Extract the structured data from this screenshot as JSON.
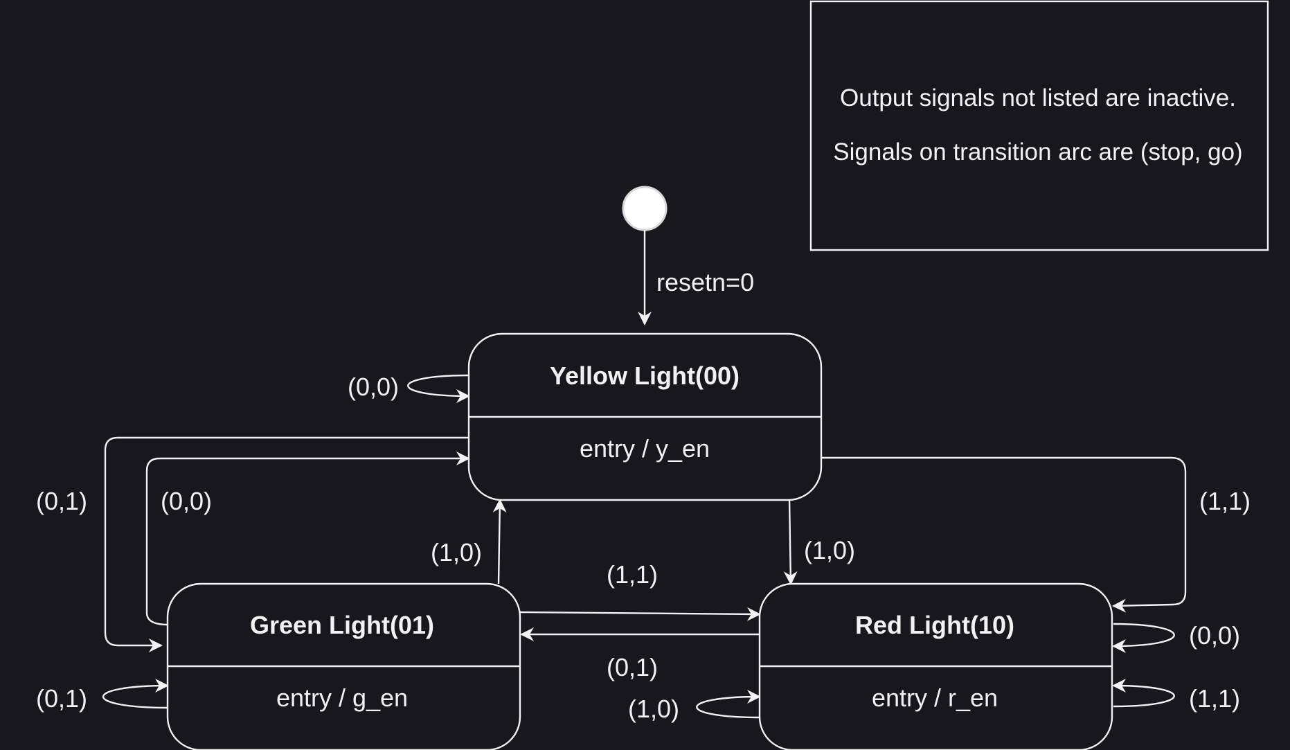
{
  "note": {
    "lines": [
      "Output signals not listed are inactive.",
      "Signals on transition arc are (stop, go)"
    ]
  },
  "initial": {
    "transition_label": "resetn=0"
  },
  "states": {
    "yellow": {
      "title": "Yellow Light(00)",
      "action": "entry / y_en"
    },
    "green": {
      "title": "Green Light(01)",
      "action": "entry / g_en"
    },
    "red": {
      "title": "Red Light(10)",
      "action": "entry / r_en"
    }
  },
  "transitions": {
    "yellow_self": "(0,0)",
    "green_to_yellow_outer": "(0,1)",
    "green_to_yellow_inner": "(0,0)",
    "green_to_yellow_direct": "(1,0)",
    "yellow_to_red": "(1,0)",
    "yellow_to_red_outer": "(1,1)",
    "green_to_red": "(1,1)",
    "red_to_green": "(0,1)",
    "green_self": "(0,1)",
    "red_self_left": "(1,0)",
    "red_self_top": "(0,0)",
    "red_self_bottom": "(1,1)"
  }
}
